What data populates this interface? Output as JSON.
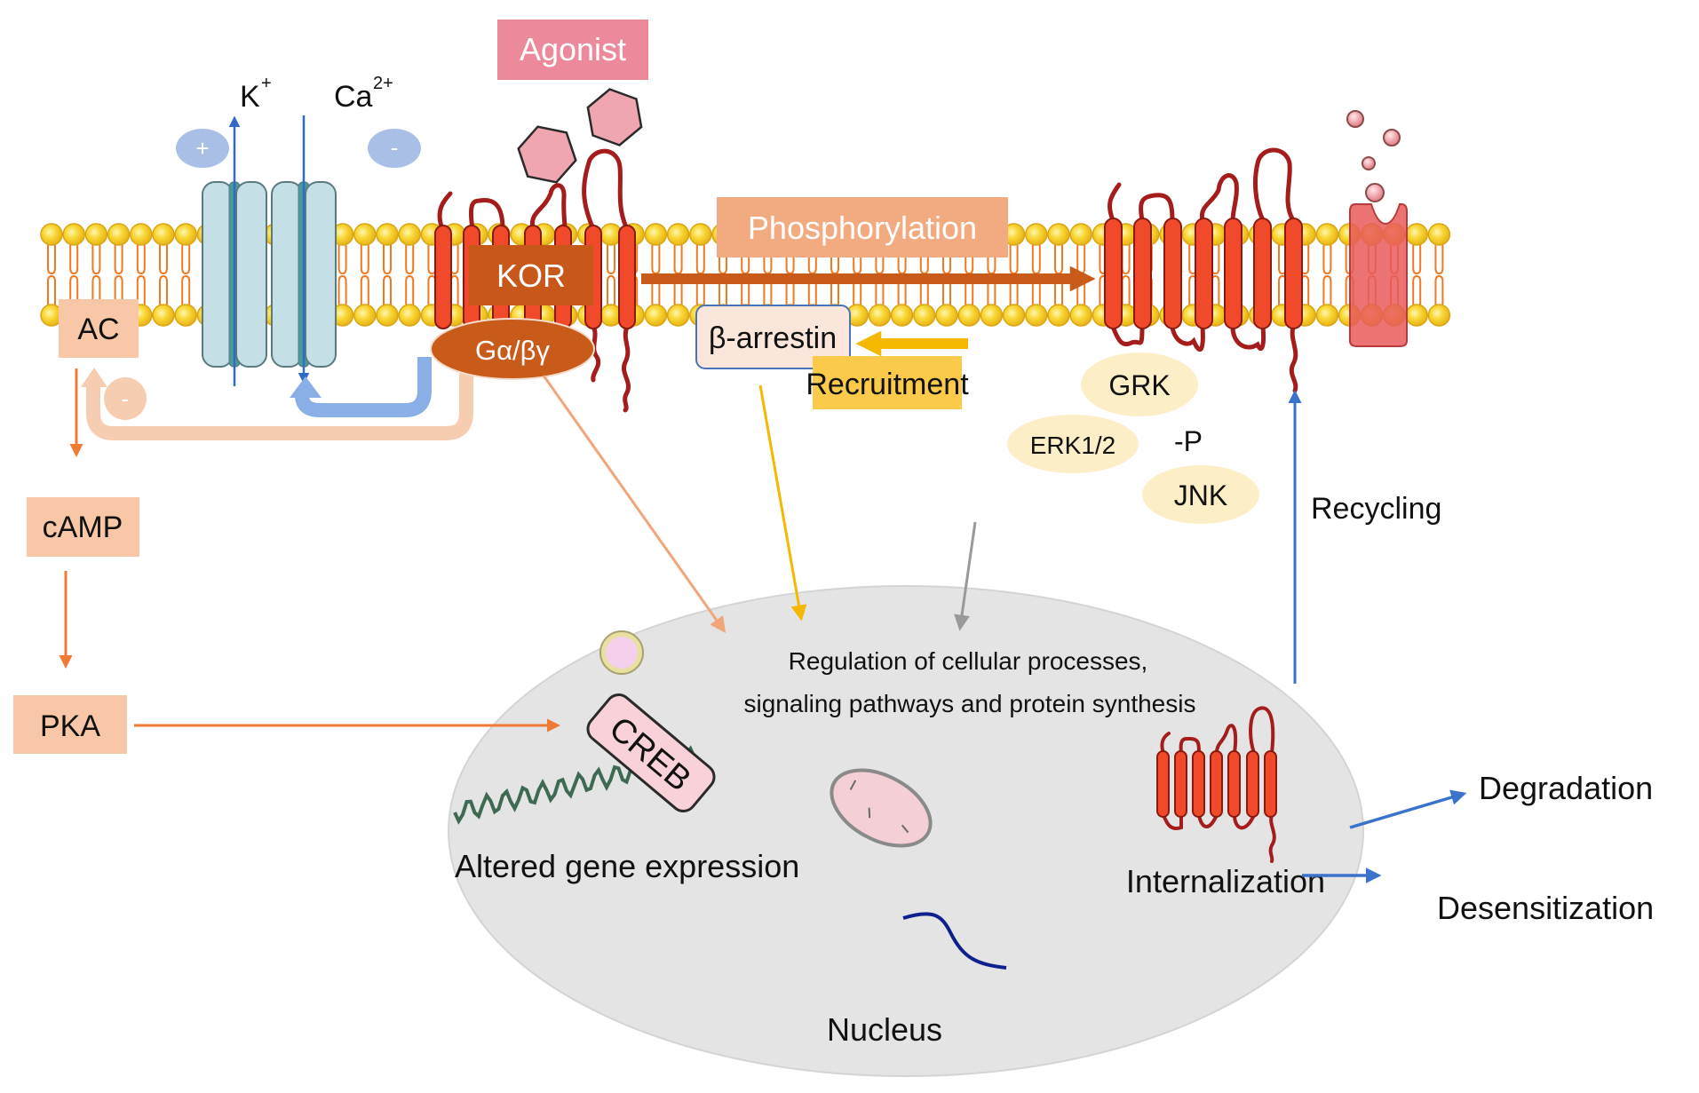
{
  "title": "KOR signaling pathway diagram",
  "colors": {
    "membrane_head": "#f5cc2a",
    "membrane_head_stroke": "#d9a514",
    "membrane_tail": "#f07a22",
    "helix": "#f04a2a",
    "helix_stroke": "#8a1a10",
    "loop": "#a41c1c",
    "channel": "#c4e0e6",
    "channel_stroke": "#5b7a80",
    "channel_core": "#4a9a9a",
    "ion_arrow": "#2f6bc4",
    "charge_circle": "#a9bfe6",
    "blue_u_arrow": "#8aaee6",
    "peach_box": "#f7c7a8",
    "peach_loop": "#f7cdb2",
    "orange_arrow": "#ef7a33",
    "kor_box": "#c8581a",
    "gprotein": "#c85a1a",
    "agonist_box": "#ec8a9c",
    "agonist_hex": "#f0a6b0",
    "phospho_box": "#f2ab80",
    "phospho_arrow": "#c85a1a",
    "arrestin_box": "#fbe6dc",
    "arrestin_stroke": "#4a74b8",
    "recruit_box": "#fcca4a",
    "recruit_arrow": "#f5b800",
    "kinase_ellipse": "#fcefc8",
    "gray_arrow": "#999999",
    "gprot_arrow": "#f0a57a",
    "nucleus": "#e4e4e4",
    "nucleus_stroke": "#d0d0d0",
    "creb_box": "#f8d2d8",
    "dna": "#3f6a52",
    "mito": "#f5cfd6",
    "mrna": "#0f1f8c",
    "blue_arrow": "#3a72cc"
  },
  "labels": {
    "agonist": "Agonist",
    "k_ion": "K",
    "k_charge": "+",
    "ca_ion": "Ca",
    "ca_charge": "2+",
    "plus_sign": "+",
    "minus_sign": "-",
    "feedback_minus": "-",
    "ac": "AC",
    "camp": "cAMP",
    "pka": "PKA",
    "kor": "KOR",
    "gprotein": "Gα/βγ",
    "phosphorylation": "Phosphorylation",
    "beta_arrestin": "β-arrestin",
    "recruitment": "Recruitment",
    "grk": "GRK",
    "erk": "ERK1/2",
    "phospho_p": "-P",
    "jnk": "JNK",
    "recycling": "Recycling",
    "regulation_line1": "Regulation of cellular processes,",
    "regulation_line2": "signaling pathways and protein synthesis",
    "creb": "CREB",
    "altered_gene": "Altered gene expression",
    "internalization": "Internalization",
    "degradation": "Degradation",
    "desensitization": "Desensitization",
    "nucleus": "Nucleus"
  }
}
